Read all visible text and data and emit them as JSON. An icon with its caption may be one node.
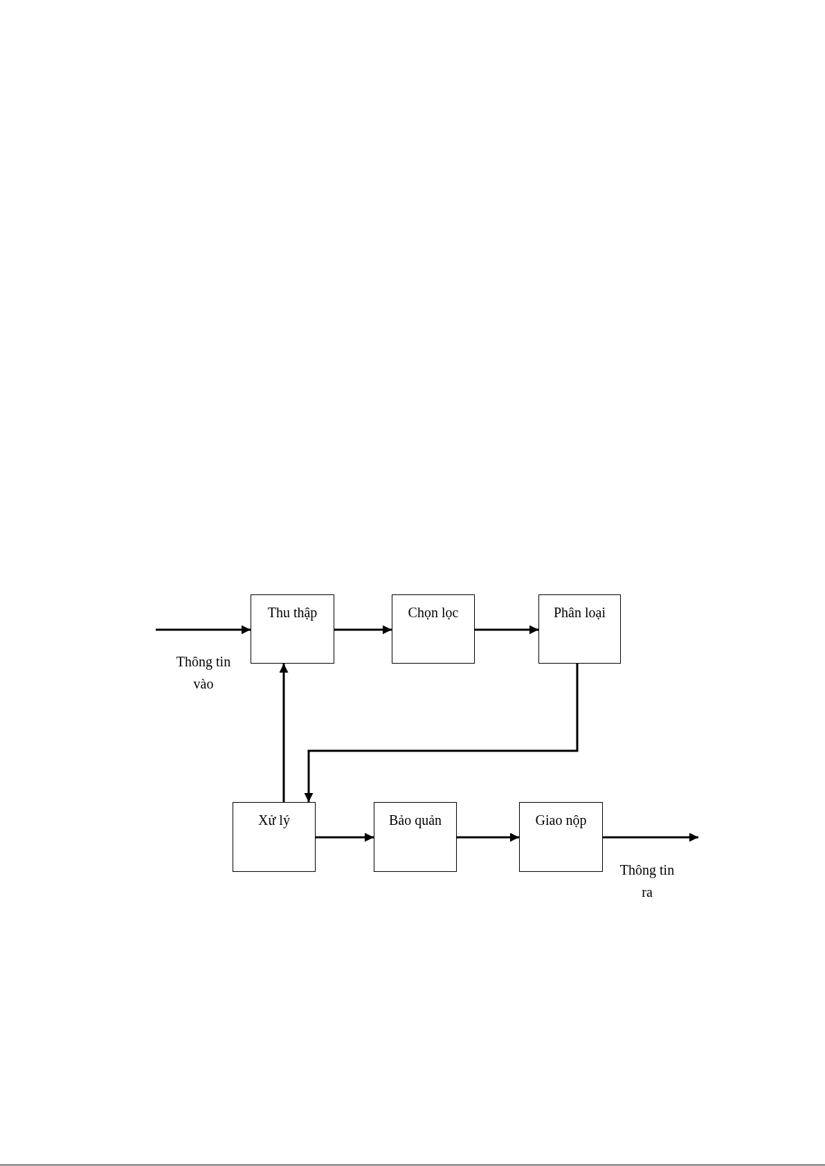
{
  "diagram": {
    "nodes": [
      {
        "text": [
          "Thu thập"
        ]
      },
      {
        "text": [
          "Chọn lọc"
        ]
      },
      {
        "text": [
          "Phân loại"
        ]
      },
      {
        "text": [
          "Xử lý"
        ]
      },
      {
        "text": [
          "Bảo quản"
        ]
      },
      {
        "text": [
          "Giao nộp"
        ]
      }
    ],
    "edges": [
      {
        "from": null,
        "to": 0,
        "arrow": "to",
        "label": "Thông tin vào"
      },
      {
        "from": 0,
        "to": 1,
        "arrow": "to"
      },
      {
        "from": 1,
        "to": 2,
        "arrow": "to"
      },
      {
        "from": 2,
        "to": 3,
        "arrow": "to"
      },
      {
        "from": 3,
        "to": 0,
        "arrow": "to"
      },
      {
        "from": 3,
        "to": 4,
        "arrow": "to"
      },
      {
        "from": 4,
        "to": 5,
        "arrow": "to"
      },
      {
        "from": 5,
        "to": null,
        "arrow": "to",
        "label": "Thông tin ra"
      }
    ]
  }
}
